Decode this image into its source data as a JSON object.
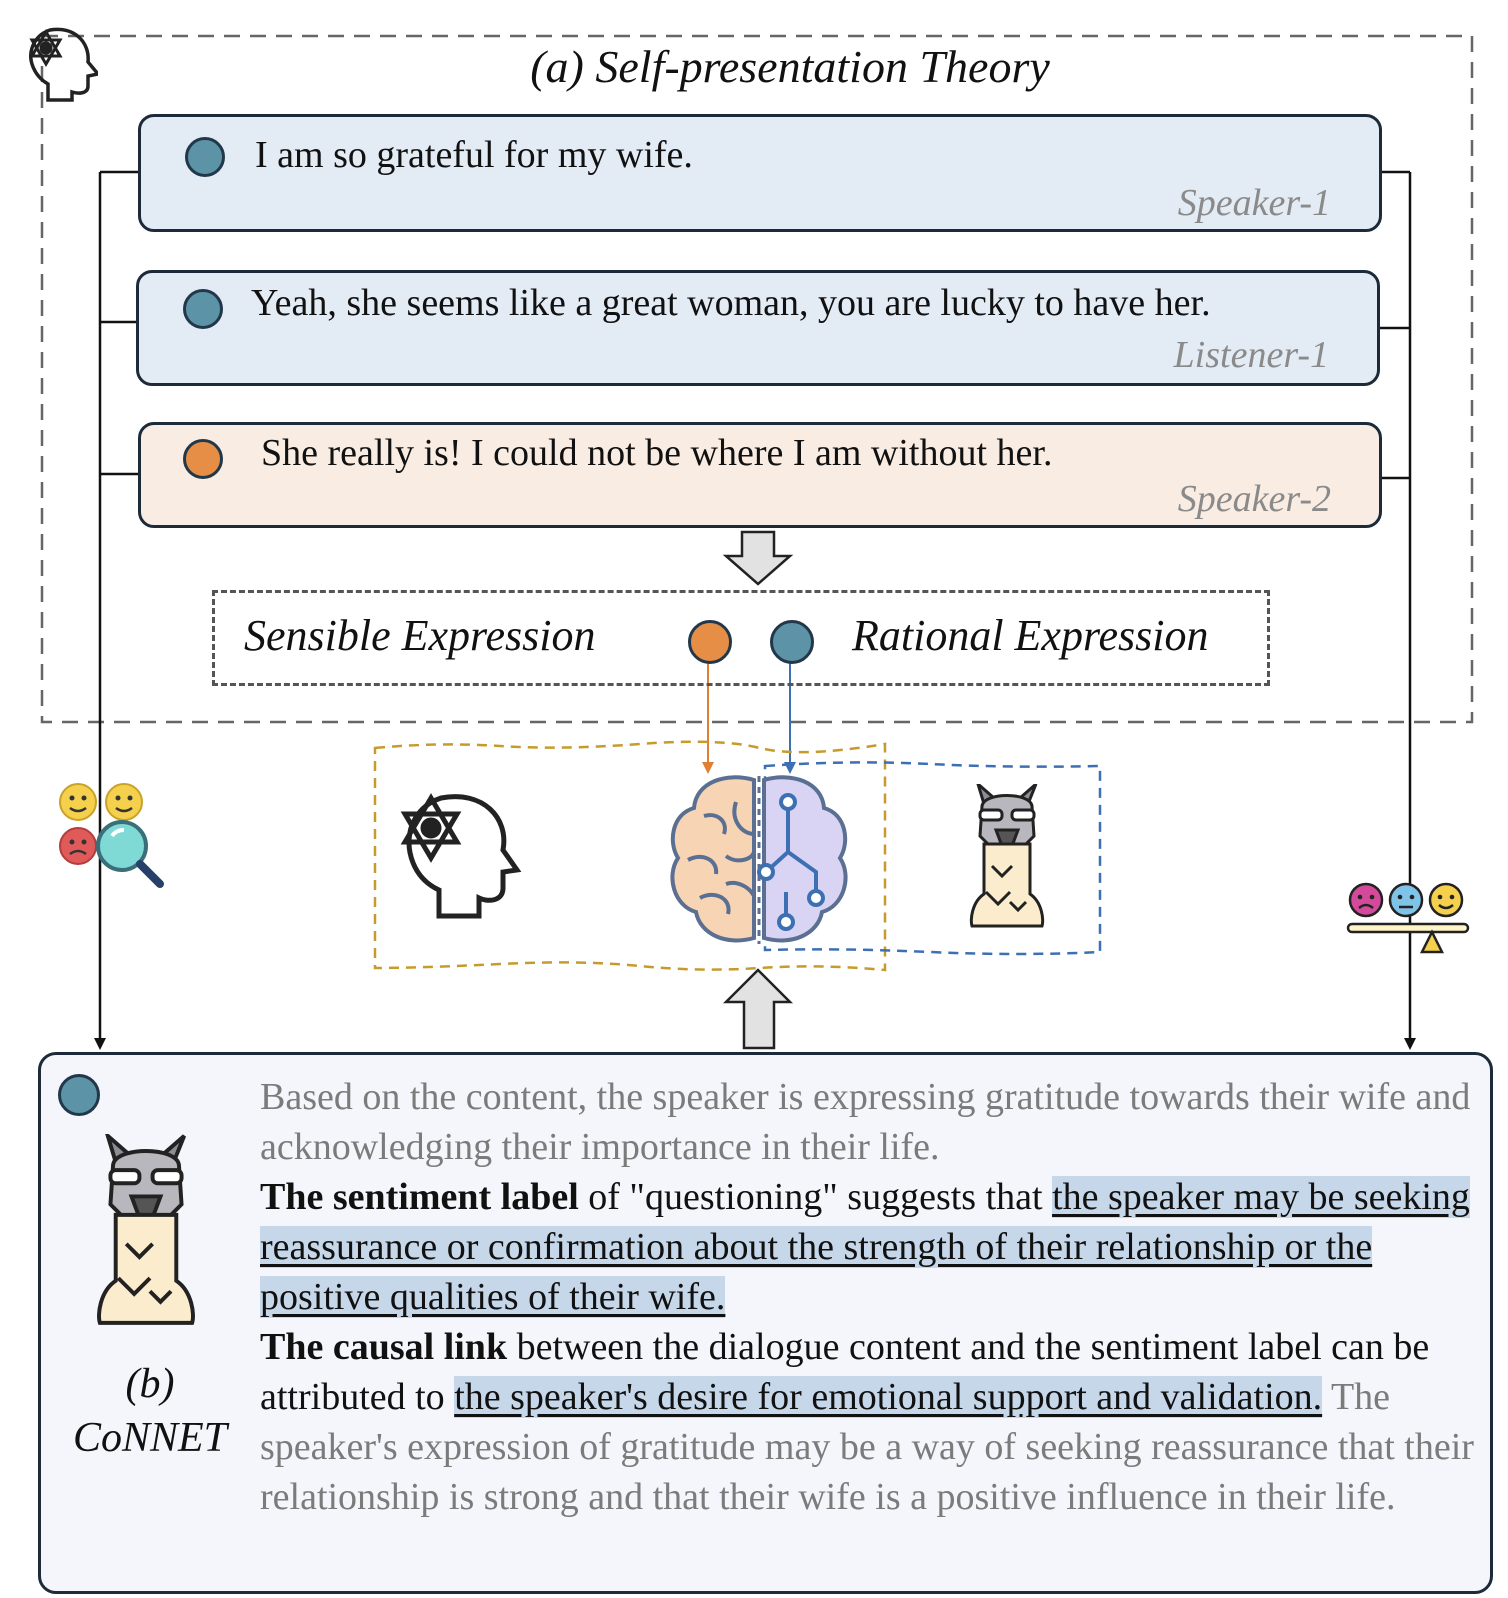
{
  "top_panel": {
    "title": "(a) Self-presentation Theory",
    "utterances": [
      {
        "text": "I am so grateful for my wife.",
        "role": "Speaker-1"
      },
      {
        "text": "Yeah, she seems like a great woman, you are lucky to have her.",
        "role": "Listener-1"
      },
      {
        "text": "She really is! I could not be where I am without her.",
        "role": "Speaker-2"
      }
    ],
    "expressions": {
      "sensible": "Sensible Expression",
      "rational": "Rational Expression"
    }
  },
  "bottom_panel": {
    "intro": "Based on the content, the speaker is expressing gratitude towards their wife and acknowledging their importance in their life.",
    "sentiment": {
      "bold": "The sentiment label",
      "mid": " of \"questioning\" suggests that ",
      "highlight": "the speaker may be seeking reassurance or confirmation about the strength of their relationship or the positive qualities of their wife."
    },
    "causal": {
      "bold": "The causal link",
      "mid": " between the dialogue content and the sentiment label can be attributed to ",
      "highlight": "the speaker's desire for emotional support and validation.",
      "tail": " The speaker's expression of gratitude may be a way of seeking reassurance that their relationship is strong and that their wife is a positive influence in their life."
    },
    "label_b": "(b)",
    "label_model": "CoNNET"
  },
  "colors": {
    "blue_dot": "#5c93a6",
    "orange_dot": "#e68e45",
    "highlight": "#c7d7ea",
    "utt_blue": "#e3ebf5",
    "utt_peach": "#f9ece3"
  },
  "icons": [
    "head-atom-icon",
    "brain-circuit-icon",
    "llama-icon",
    "emoji-search-icon",
    "emoji-scale-icon"
  ]
}
